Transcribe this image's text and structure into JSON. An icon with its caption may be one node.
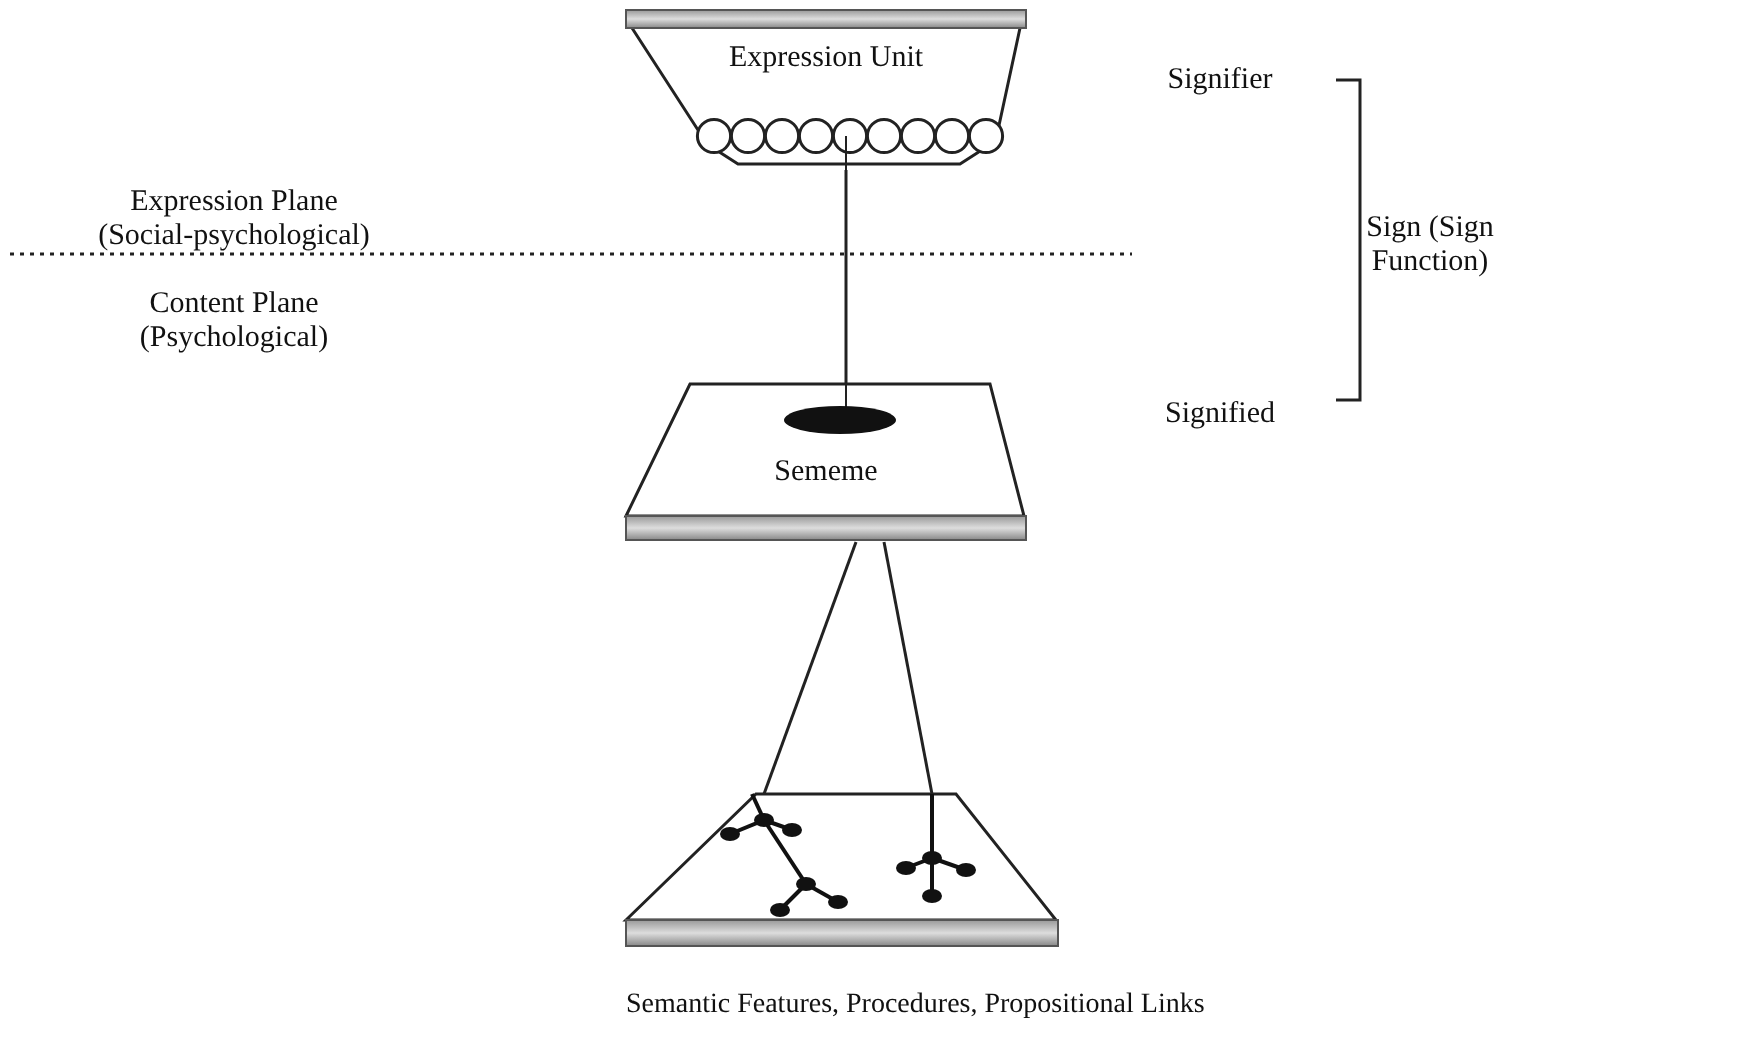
{
  "diagram": {
    "nodes": [
      {
        "text": [
          "Expression Unit"
        ]
      },
      {
        "text": [
          "Sememe"
        ]
      },
      {
        "text": [
          "Semantic Features, Procedures, Propositional Links"
        ]
      }
    ],
    "edges": [
      {
        "from": 0,
        "to": 1,
        "arrow": "none"
      },
      {
        "from": 1,
        "to": 2,
        "arrow": "none"
      },
      {
        "from": 1,
        "to": 2,
        "arrow": "none"
      }
    ],
    "labels": [
      "Expression Plane (Social-psychological)",
      "Content Plane (Psychological)",
      "Signifier",
      "Signified",
      "Sign (Sign Function)"
    ]
  }
}
